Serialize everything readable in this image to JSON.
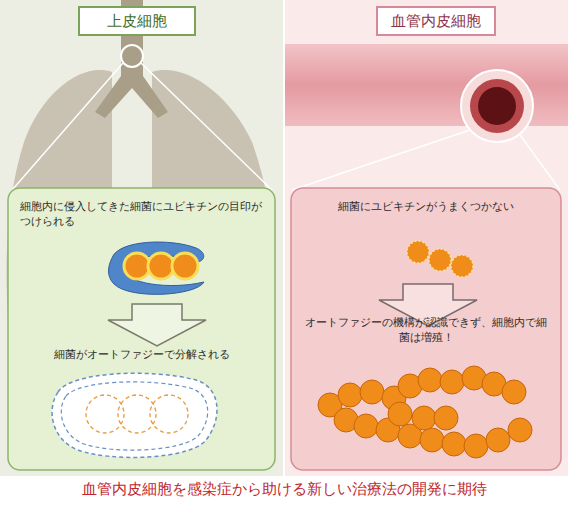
{
  "diagram": {
    "caption": "血管内皮細胞を感染症から助ける新しい治療法の開発に期待",
    "nodes": [
      {
        "text": [
          "上皮細胞"
        ]
      },
      {
        "text": [
          "細胞内に侵入してきた細菌にユビキチンの目印がつけられる",
          "細菌がオートファジーで分解される"
        ]
      },
      {
        "text": [
          "血管内皮細胞"
        ]
      },
      {
        "text": [
          "細菌にユビキチンがうまくつかない",
          "オートファジーの機構が認識できず、細胞内で細菌は増殖！"
        ]
      }
    ]
  }
}
